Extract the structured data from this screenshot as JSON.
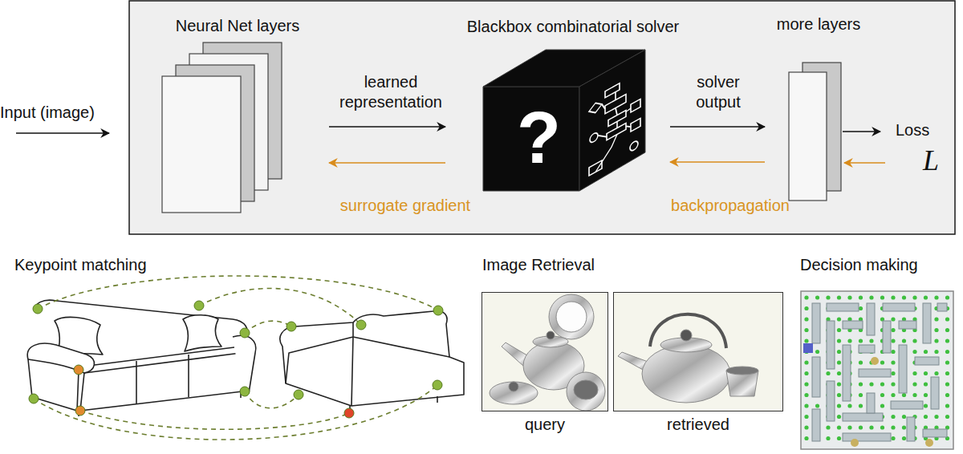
{
  "diagram": {
    "nodes": [
      {
        "text": [
          "Neural Net layers"
        ]
      },
      {
        "text": [
          "Blackbox combinatorial solver",
          "?"
        ]
      },
      {
        "text": [
          "more layers"
        ]
      },
      {
        "text": [
          "query"
        ]
      },
      {
        "text": [
          "retrieved"
        ]
      }
    ],
    "edges": [
      {
        "from": 0,
        "to": 1,
        "arrow": "to",
        "label": "learned representation"
      },
      {
        "from": 1,
        "to": 0,
        "arrow": "to",
        "label": "surrogate gradient"
      },
      {
        "from": 1,
        "to": 2,
        "arrow": "to",
        "label": "solver output"
      },
      {
        "from": 2,
        "to": 1,
        "arrow": "to",
        "label": "backpropagation"
      }
    ],
    "labels": [
      "Input (image)",
      "Loss",
      "L",
      "Keypoint matching",
      "Image Retrieval",
      "Decision making"
    ]
  }
}
